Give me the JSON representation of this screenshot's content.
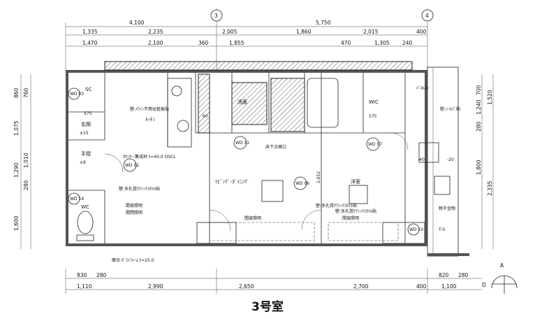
{
  "caption": "3号室",
  "grid_markers": [
    "3",
    "4"
  ],
  "top_dims": {
    "row1": [
      "4,100",
      "5,750"
    ],
    "row2": [
      "1,335",
      "2,235",
      "2,005",
      "1,860",
      "2,015",
      "400"
    ],
    "row3": [
      "1,470",
      "2,100",
      "360",
      "1,855",
      "470",
      "1,305",
      "240"
    ]
  },
  "bottom_dims": {
    "row1": [
      "830",
      "280",
      "820",
      "280"
    ],
    "row2": [
      "1,110",
      "2,990",
      "2,650",
      "2,700",
      "400",
      "1,100"
    ]
  },
  "left_dims": {
    "outer": [
      "860",
      "1,075",
      "1,290",
      "1,600"
    ],
    "inner": [
      "760",
      "1,010",
      "280"
    ]
  },
  "right_dims": [
    "700",
    "1,240",
    "280",
    "1,800",
    "2,335",
    "1,520"
  ],
  "rooms": {
    "sc": "SC",
    "genkan": "玄関",
    "tesuri": "手摺",
    "wc": "WC",
    "kitchen": "ｷｯﾁﾝ",
    "living": "ﾘﾋﾞﾝｸﾞ･ﾀﾞｲﾆﾝｸﾞ",
    "youshitsu": "洋室",
    "wic": "WIC",
    "kasai": "洗面"
  },
  "notes": {
    "wall_kitchen": "壁:ﾒﾗﾐﾝ不燃化粧板貼",
    "counter": "ｶｳﾝﾀｰ:集成材 t=40.0 OSCL",
    "wall_hall": "壁:多孔質ｾﾗﾐｯｸｽﾀｲﾙ貼",
    "wall_living": "壁:多孔質ｾﾗﾐｯｸｽﾀｲﾙ貼",
    "wall_bed": "壁:多孔質ｾﾗﾐｯｸｽﾀｲﾙ貼",
    "access": "床下点検口",
    "yukadai": "面台:ﾎﾟｽﾄﾌｫｰﾑ t=25.0",
    "kanri": "間接照明",
    "kanri2": "間接照明",
    "kanri3": "間接照明",
    "wall_right": "壁:ｼｰﾙﾄﾞ貼",
    "drying": "物干金物",
    "panel": "ﾊﾟﾈﾙｺﾝ",
    "t0": "T-0",
    "hall_label": "開閉照明"
  },
  "door_tags": [
    "WD 03",
    "WD 02",
    "WD 14",
    "WD 11",
    "WD 06",
    "WD 07",
    "WD 10"
  ],
  "small_tags": [
    "575",
    "575",
    "60",
    "±15",
    "±9",
    "-40",
    "-20",
    "2,652"
  ],
  "compass": [
    "A",
    "D"
  ]
}
